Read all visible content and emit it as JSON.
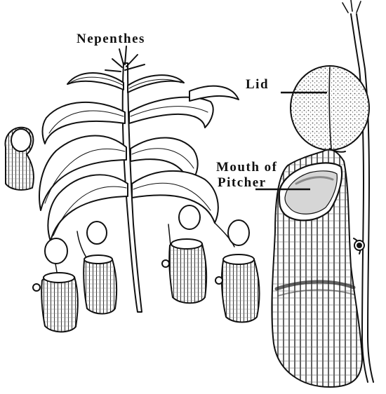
{
  "title": "Nepenthes",
  "labels": {
    "lid": "Lid",
    "mouth_line1": "Mouth of",
    "mouth_line2": "Pitcher"
  },
  "colors": {
    "ink": "#111111",
    "paper": "#ffffff",
    "shade": "#d6d6d6",
    "dark_shade": "#8a8a8a"
  }
}
